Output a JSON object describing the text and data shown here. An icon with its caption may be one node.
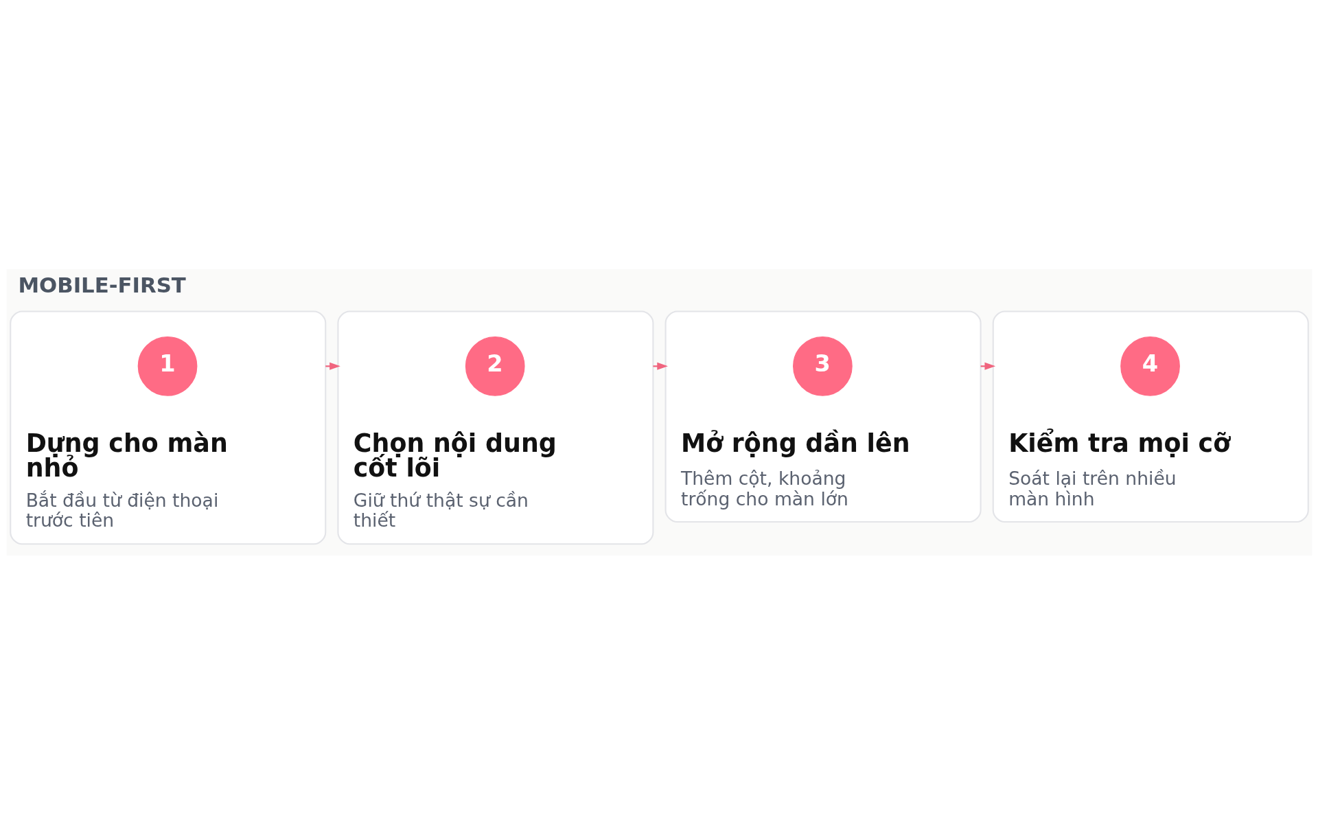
{
  "diagram": {
    "title": "MOBILE-FIRST",
    "nodes": [
      {
        "text": [
          "Dựng cho màn nhỏ",
          "Bắt đầu từ điện thoại trước tiên"
        ]
      },
      {
        "text": [
          "1"
        ],
        "in": 0
      },
      {
        "text": [
          "Chọn nội dung cốt lõi",
          "Giữ thứ thật sự cần thiết"
        ]
      },
      {
        "text": [
          "2"
        ],
        "in": 2
      },
      {
        "text": [
          "Mở rộng dần lên",
          "Thêm cột, khoảng trống cho màn lớn"
        ]
      },
      {
        "text": [
          "3"
        ],
        "in": 4
      },
      {
        "text": [
          "Kiểm tra mọi cỡ",
          "Soát lại trên nhiều màn hình"
        ]
      },
      {
        "text": [
          "4"
        ],
        "in": 6
      }
    ],
    "edges": [
      {
        "from": 0,
        "to": 2,
        "arrow": "to"
      },
      {
        "from": 2,
        "to": 4,
        "arrow": "to"
      },
      {
        "from": 4,
        "to": 6,
        "arrow": "to"
      }
    ]
  }
}
